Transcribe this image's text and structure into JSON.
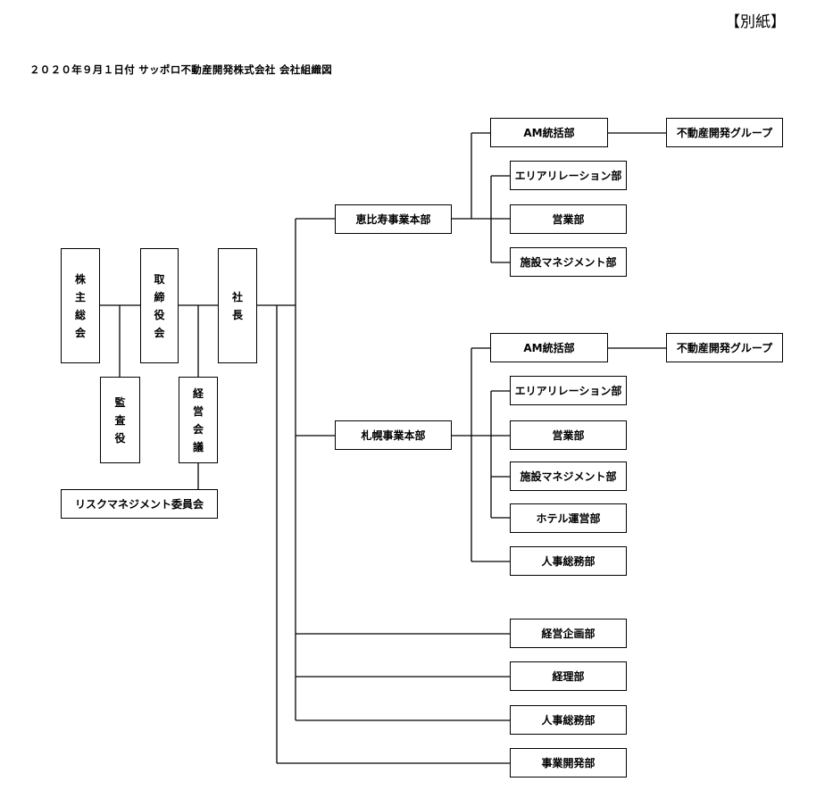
{
  "corner_label": "【別紙】",
  "title": "２０２０年９月１日付 サッポロ不動産開発株式会社 会社組織図",
  "vertical_boxes": {
    "shareholders": "株主総会",
    "auditor": "監査役",
    "board": "取締役会",
    "management_council": "経営会議",
    "president": "社長"
  },
  "risk_committee": "リスクマネジメント委員会",
  "ebisu": {
    "head": "恵比寿事業本部",
    "am": "AM統括部",
    "am_group": "不動産開発グループ",
    "area_relations": "エリアリレーション部",
    "sales": "営業部",
    "facility": "施設マネジメント部"
  },
  "sapporo": {
    "head": "札幌事業本部",
    "am": "AM統括部",
    "am_group": "不動産開発グループ",
    "area_relations": "エリアリレーション部",
    "sales": "営業部",
    "facility": "施設マネジメント部",
    "hotel": "ホテル運営部",
    "hr_general": "人事総務部"
  },
  "corporate": {
    "planning": "経営企画部",
    "accounting": "経理部",
    "hr_general": "人事総務部",
    "business_dev": "事業開発部"
  }
}
